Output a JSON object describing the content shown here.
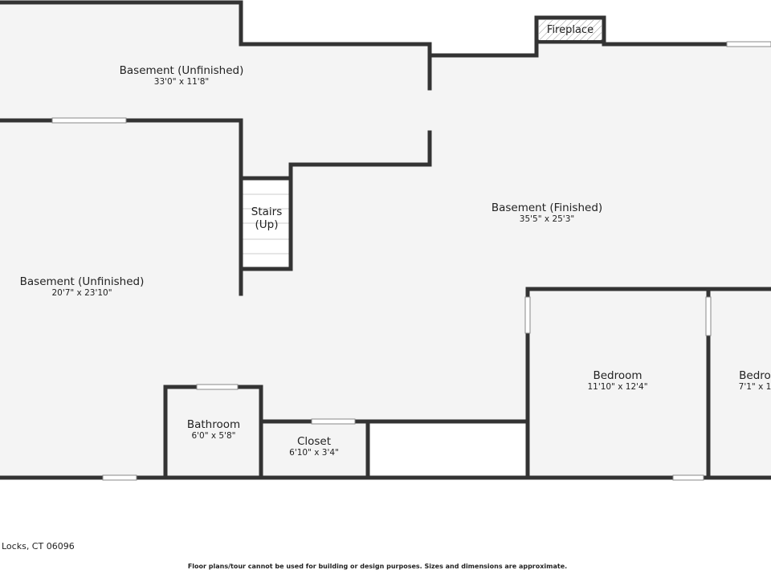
{
  "rooms": [
    {
      "name": "Basement (Unfinished)",
      "dims": "33'0\" x 11'8\""
    },
    {
      "name": "Basement (Finished)",
      "dims": "35'5\" x 25'3\""
    },
    {
      "name": "Basement (Unfinished)",
      "dims": "20'7\" x 23'10\""
    },
    {
      "name": "Stairs",
      "sub": "(Up)"
    },
    {
      "name": "Bathroom",
      "dims": "6'0\" x 5'8\""
    },
    {
      "name": "Closet",
      "dims": "6'10\" x 3'4\""
    },
    {
      "name": "Bedroom",
      "dims": "11'10\" x 12'4\""
    },
    {
      "name": "Bedro",
      "dims": "7'1\" x 1"
    }
  ],
  "fireplace": "Fireplace",
  "address": "Locks, CT 06096",
  "disclaimer": "Floor plans/tour cannot be used for building or design purposes. Sizes and dimensions are approximate.",
  "colors": {
    "wall": "#333333",
    "floor": "#f4f4f4"
  }
}
